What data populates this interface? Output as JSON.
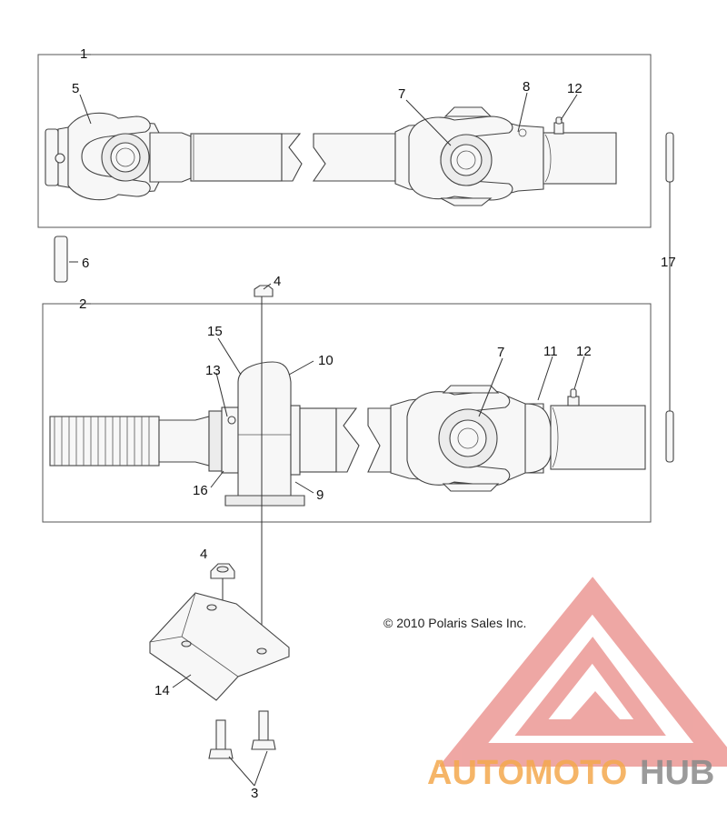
{
  "diagram": {
    "callouts": [
      "1",
      "2",
      "3",
      "4",
      "4",
      "5",
      "6",
      "7",
      "7",
      "8",
      "9",
      "10",
      "11",
      "12",
      "12",
      "13",
      "14",
      "15",
      "16",
      "17"
    ],
    "copyright": "© 2010 Polaris Sales Inc.",
    "watermark": {
      "part1": "AUTOMOTO",
      "part2": "HUB",
      "accent": "#f4a94e",
      "accent2": "#e98a86",
      "dark": "#8a8a8a"
    }
  }
}
